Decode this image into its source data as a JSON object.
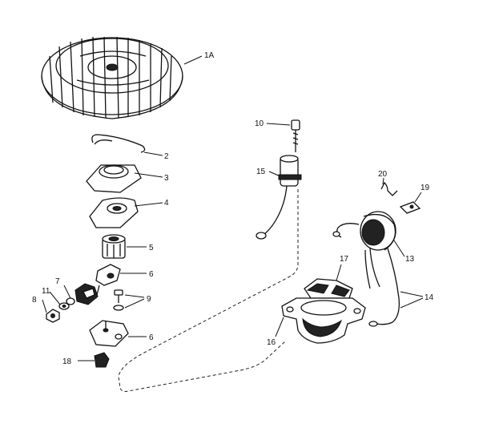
{
  "labels": {
    "p1a": "1A",
    "p2": "2",
    "p3": "3",
    "p4": "4",
    "p5": "5",
    "p6a": "6",
    "p6b": "6",
    "p7": "7",
    "p8": "8",
    "p9": "9",
    "p10": "10",
    "p11": "11",
    "p13": "13",
    "p14": "14",
    "p15": "15",
    "p16": "16",
    "p17": "17",
    "p18": "18",
    "p19": "19",
    "p20": "20"
  }
}
